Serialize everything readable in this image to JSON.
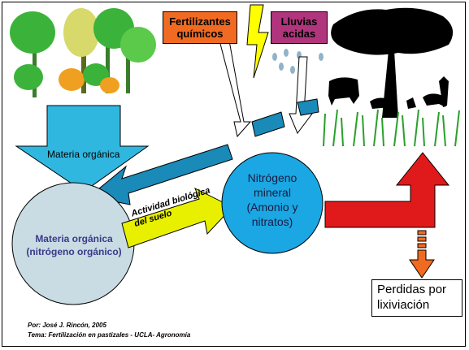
{
  "labels": {
    "fertilizers": "Fertilizantes\nquímicos",
    "acid_rain": "Lluvias\nacidas",
    "organic_matter_arrow": "Materia orgánica",
    "organic_nitrogen": "Materia orgánica\n(nitrógeno orgánico)",
    "biological_activity": "Actividad biológica\ndel suelo",
    "mineral_nitrogen": "Nitrógeno\nmineral\n(Amonio y\nnitratos)",
    "leaching_losses": "Perdidas por\nlixiviación",
    "credit_author": "Por: José J. Rincón, 2005",
    "credit_topic": "Tema: Fertilización en pastizales - UCLA- Agronomía"
  },
  "colors": {
    "fertilizer_box": "#f06a22",
    "acid_rain_box": "#b0357c",
    "lightning": "#ffff00",
    "cyan_arrow": "#2fb7e0",
    "blue_arrow": "#1a8ab8",
    "organic_circle": "#c9dce3",
    "mineral_circle": "#1aa7e3",
    "yellow_arrow": "#e8f000",
    "red_arrow": "#e01a1a",
    "orange_arrow": "#f06a22",
    "rain_drop": "#8fb3c8"
  }
}
